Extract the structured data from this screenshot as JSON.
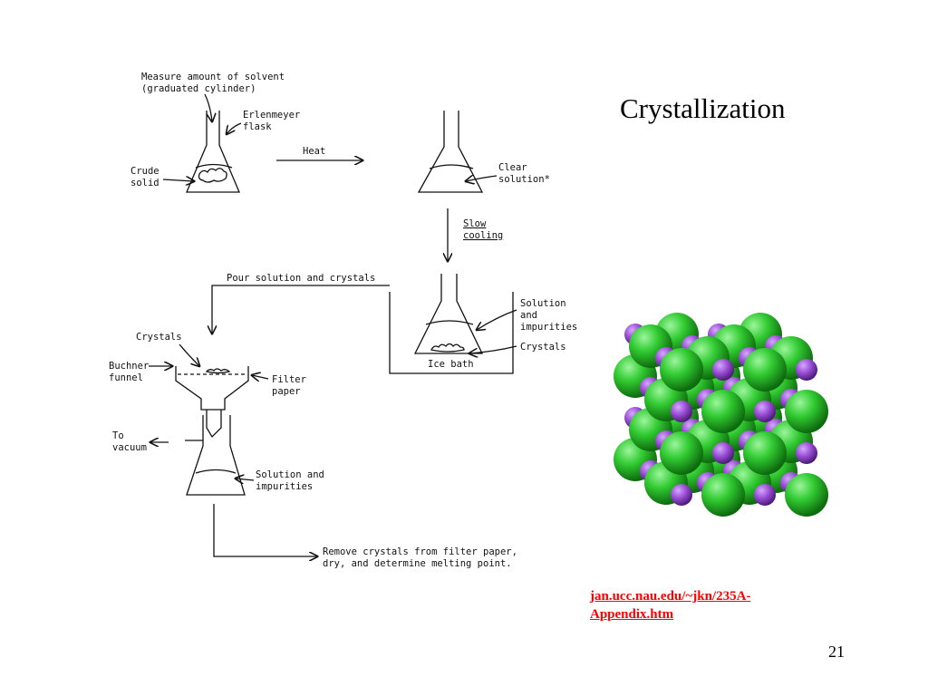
{
  "slide": {
    "title": "Crystallization",
    "source_link": "jan.ucc.nau.edu/~jkn/235A-Appendix.htm",
    "page_number": "21"
  },
  "diagram": {
    "labels": {
      "measure_line1": "Measure amount of solvent",
      "measure_line2": "(graduated cylinder)",
      "erlenmeyer_line1": "Erlenmeyer",
      "erlenmeyer_line2": "flask",
      "crude_line1": "Crude",
      "crude_line2": "solid",
      "heat": "Heat",
      "clear_line1": "Clear",
      "clear_line2": "solution*",
      "slow": "Slow",
      "cooling": "cooling",
      "pour": "Pour solution and crystals",
      "solution_line1": "Solution",
      "solution_line2": "and",
      "solution_line3": "impurities",
      "crystals_bath": "Crystals",
      "ice_bath": "Ice bath",
      "crystals_funnel": "Crystals",
      "buchner_line1": "Buchner",
      "buchner_line2": "funnel",
      "filter_line1": "Filter",
      "filter_line2": "paper",
      "to": "To",
      "vacuum": "vacuum",
      "sol_imp_line1": "Solution and",
      "sol_imp_line2": "impurities",
      "remove_line1": "Remove crystals from filter paper,",
      "remove_line2": "dry, and determine melting point."
    }
  },
  "colors": {
    "chlorine": "#2fc92f",
    "sodium": "#9b4fd6",
    "link": "#ff0000"
  }
}
